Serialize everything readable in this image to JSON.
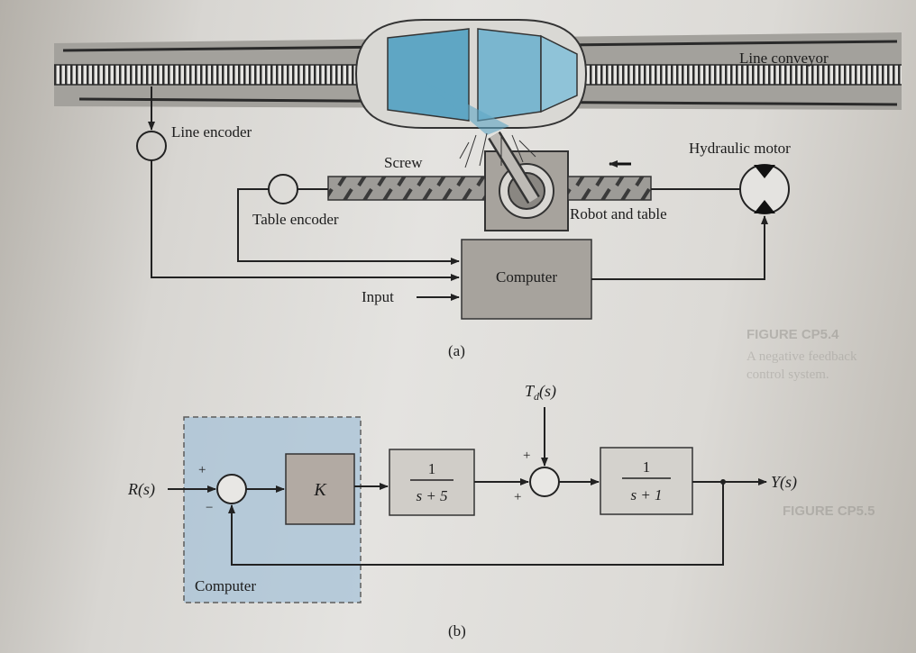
{
  "part_a": {
    "caption": "(a)",
    "labels": {
      "line_conveyor": "Line conveyor",
      "line_encoder": "Line encoder",
      "screw": "Screw",
      "hydraulic_motor": "Hydraulic motor",
      "table_encoder": "Table encoder",
      "robot_and_table": "Robot and table",
      "computer": "Computer",
      "input": "Input"
    }
  },
  "part_b": {
    "caption": "(b)",
    "labels": {
      "reference": "R(s)",
      "disturbance": "T",
      "disturbance_sub": "d",
      "disturbance_arg": "(s)",
      "output": "Y(s)",
      "gain": "K",
      "computer": "Computer",
      "sum1_plus": "+",
      "sum1_minus": "−",
      "sum2_plus_top": "+",
      "sum2_plus_left": "+"
    },
    "block1": {
      "numerator": "1",
      "denominator": "s + 5"
    },
    "block2": {
      "numerator": "1",
      "denominator": "s + 1"
    }
  },
  "background_text": {
    "figure_label": "FIGURE CP5.4",
    "figure_caption_1": "A negative feedback",
    "figure_caption_2": "control system.",
    "figure_label_2": "FIGURE CP5.5"
  },
  "colors": {
    "page": "#e0dfdc",
    "computer_region": "#a8c3d8",
    "computer_box": "#a7a39d",
    "car": "#5fa6c4",
    "conveyor": "#a3a19c"
  }
}
